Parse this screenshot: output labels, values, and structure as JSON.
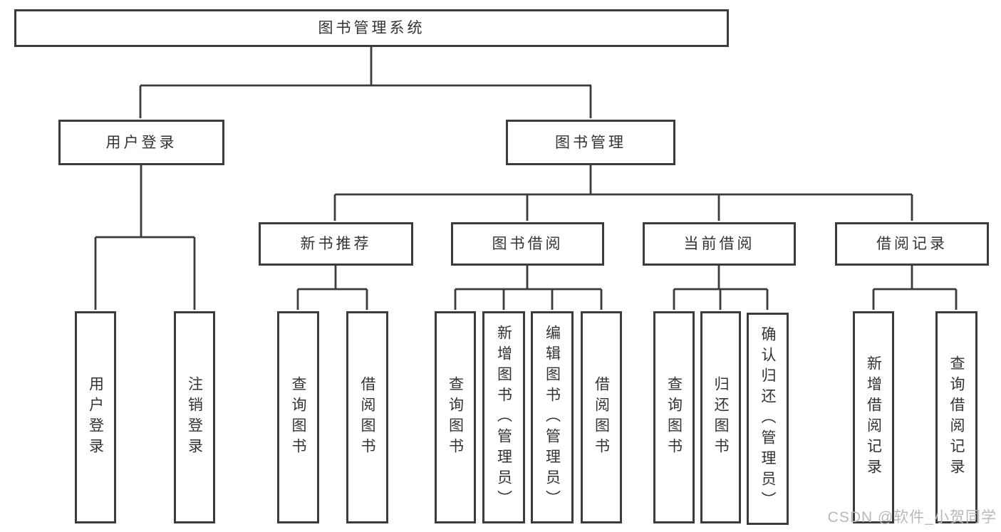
{
  "nodes": {
    "root": {
      "label": "图书管理系统"
    },
    "level2": [
      {
        "label": "用户登录"
      },
      {
        "label": "图书管理"
      }
    ],
    "level3": [
      {
        "label": "新书推荐"
      },
      {
        "label": "图书借阅"
      },
      {
        "label": "当前借阅"
      },
      {
        "label": "借阅记录"
      }
    ],
    "leaves": {
      "user_login_group": [
        "用户登录",
        "注销登录"
      ],
      "new_book_group": [
        "查询图书",
        "借阅图书"
      ],
      "book_borrow_group": [
        "查询图书",
        "新增图书（管理员）",
        "编辑图书（管理员）",
        "借阅图书"
      ],
      "current_borrow_group": [
        "查询图书",
        "归还图书",
        "确认归还（管理员）"
      ],
      "borrow_record_group": [
        "新增借阅记录",
        "查询借阅记录"
      ]
    }
  },
  "watermark": {
    "text": "CSDN @软件_小贺同学"
  },
  "colors": {
    "line": "#3b3b3b",
    "text": "#333333",
    "watermark": "#b9b9b9",
    "background": "#ffffff"
  }
}
